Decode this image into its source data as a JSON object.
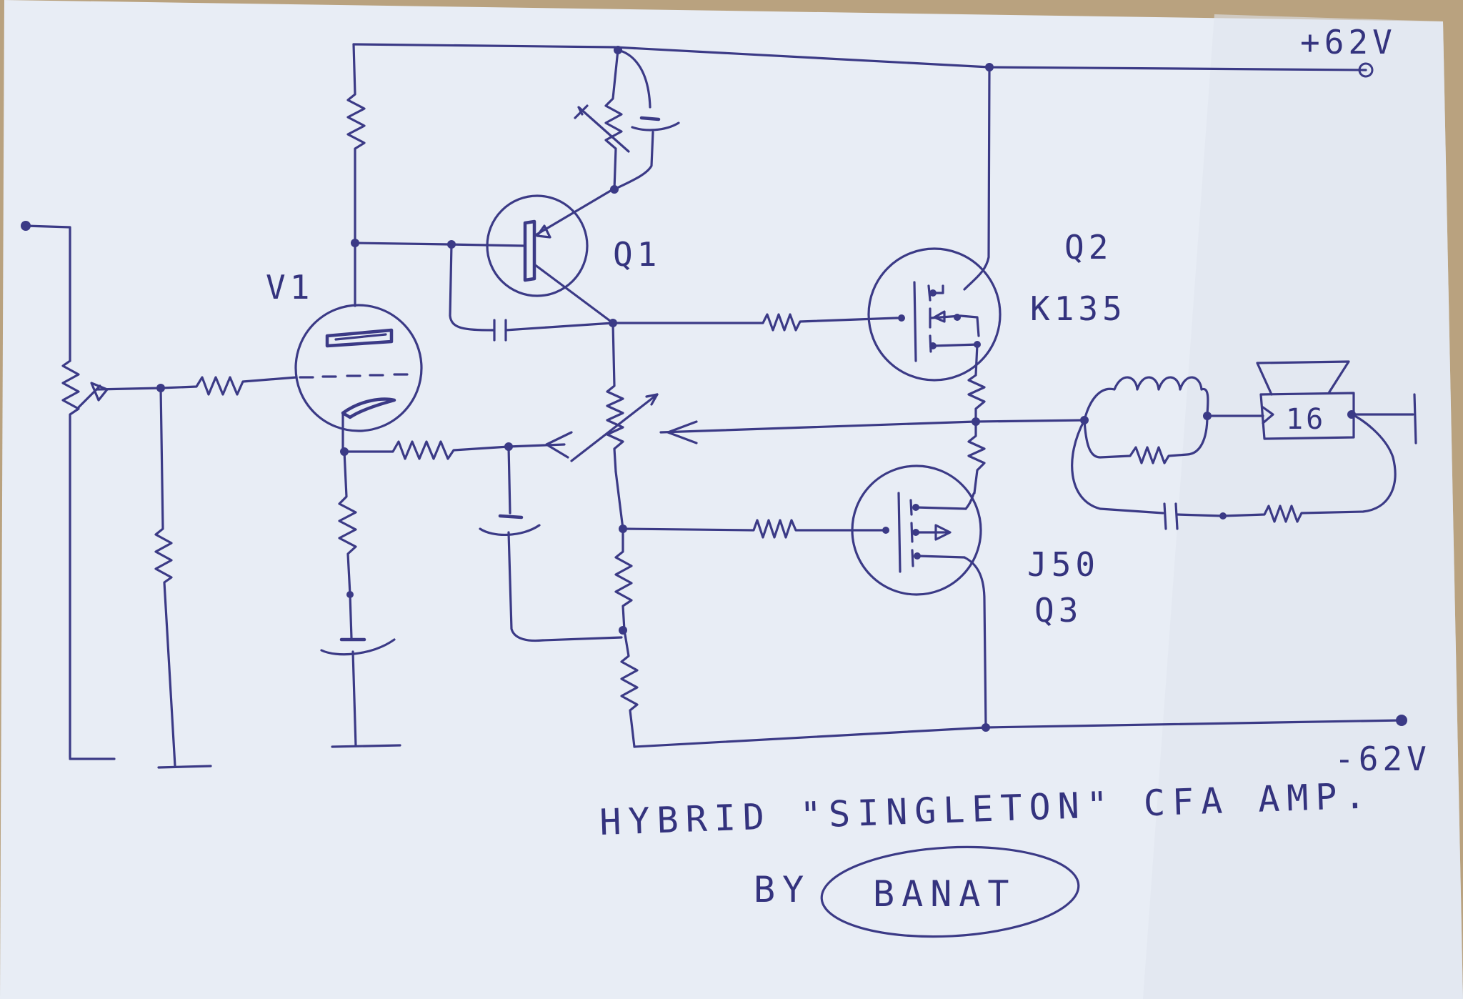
{
  "labels": {
    "v1": "V1",
    "q1": "Q1",
    "q2": "Q2",
    "q2_part": "K135",
    "q3_part": "J50",
    "q3": "Q3",
    "vpos": "+62V",
    "vneg": "-62V",
    "speaker": "16"
  },
  "title": {
    "line1": "HYBRID \"SINGLETON\" CFA AMP.",
    "by": "BY",
    "author": "BANAT"
  },
  "colors": {
    "ink": "#3b3a86",
    "paper": "#e9eef6",
    "background": "#b9a27f"
  }
}
